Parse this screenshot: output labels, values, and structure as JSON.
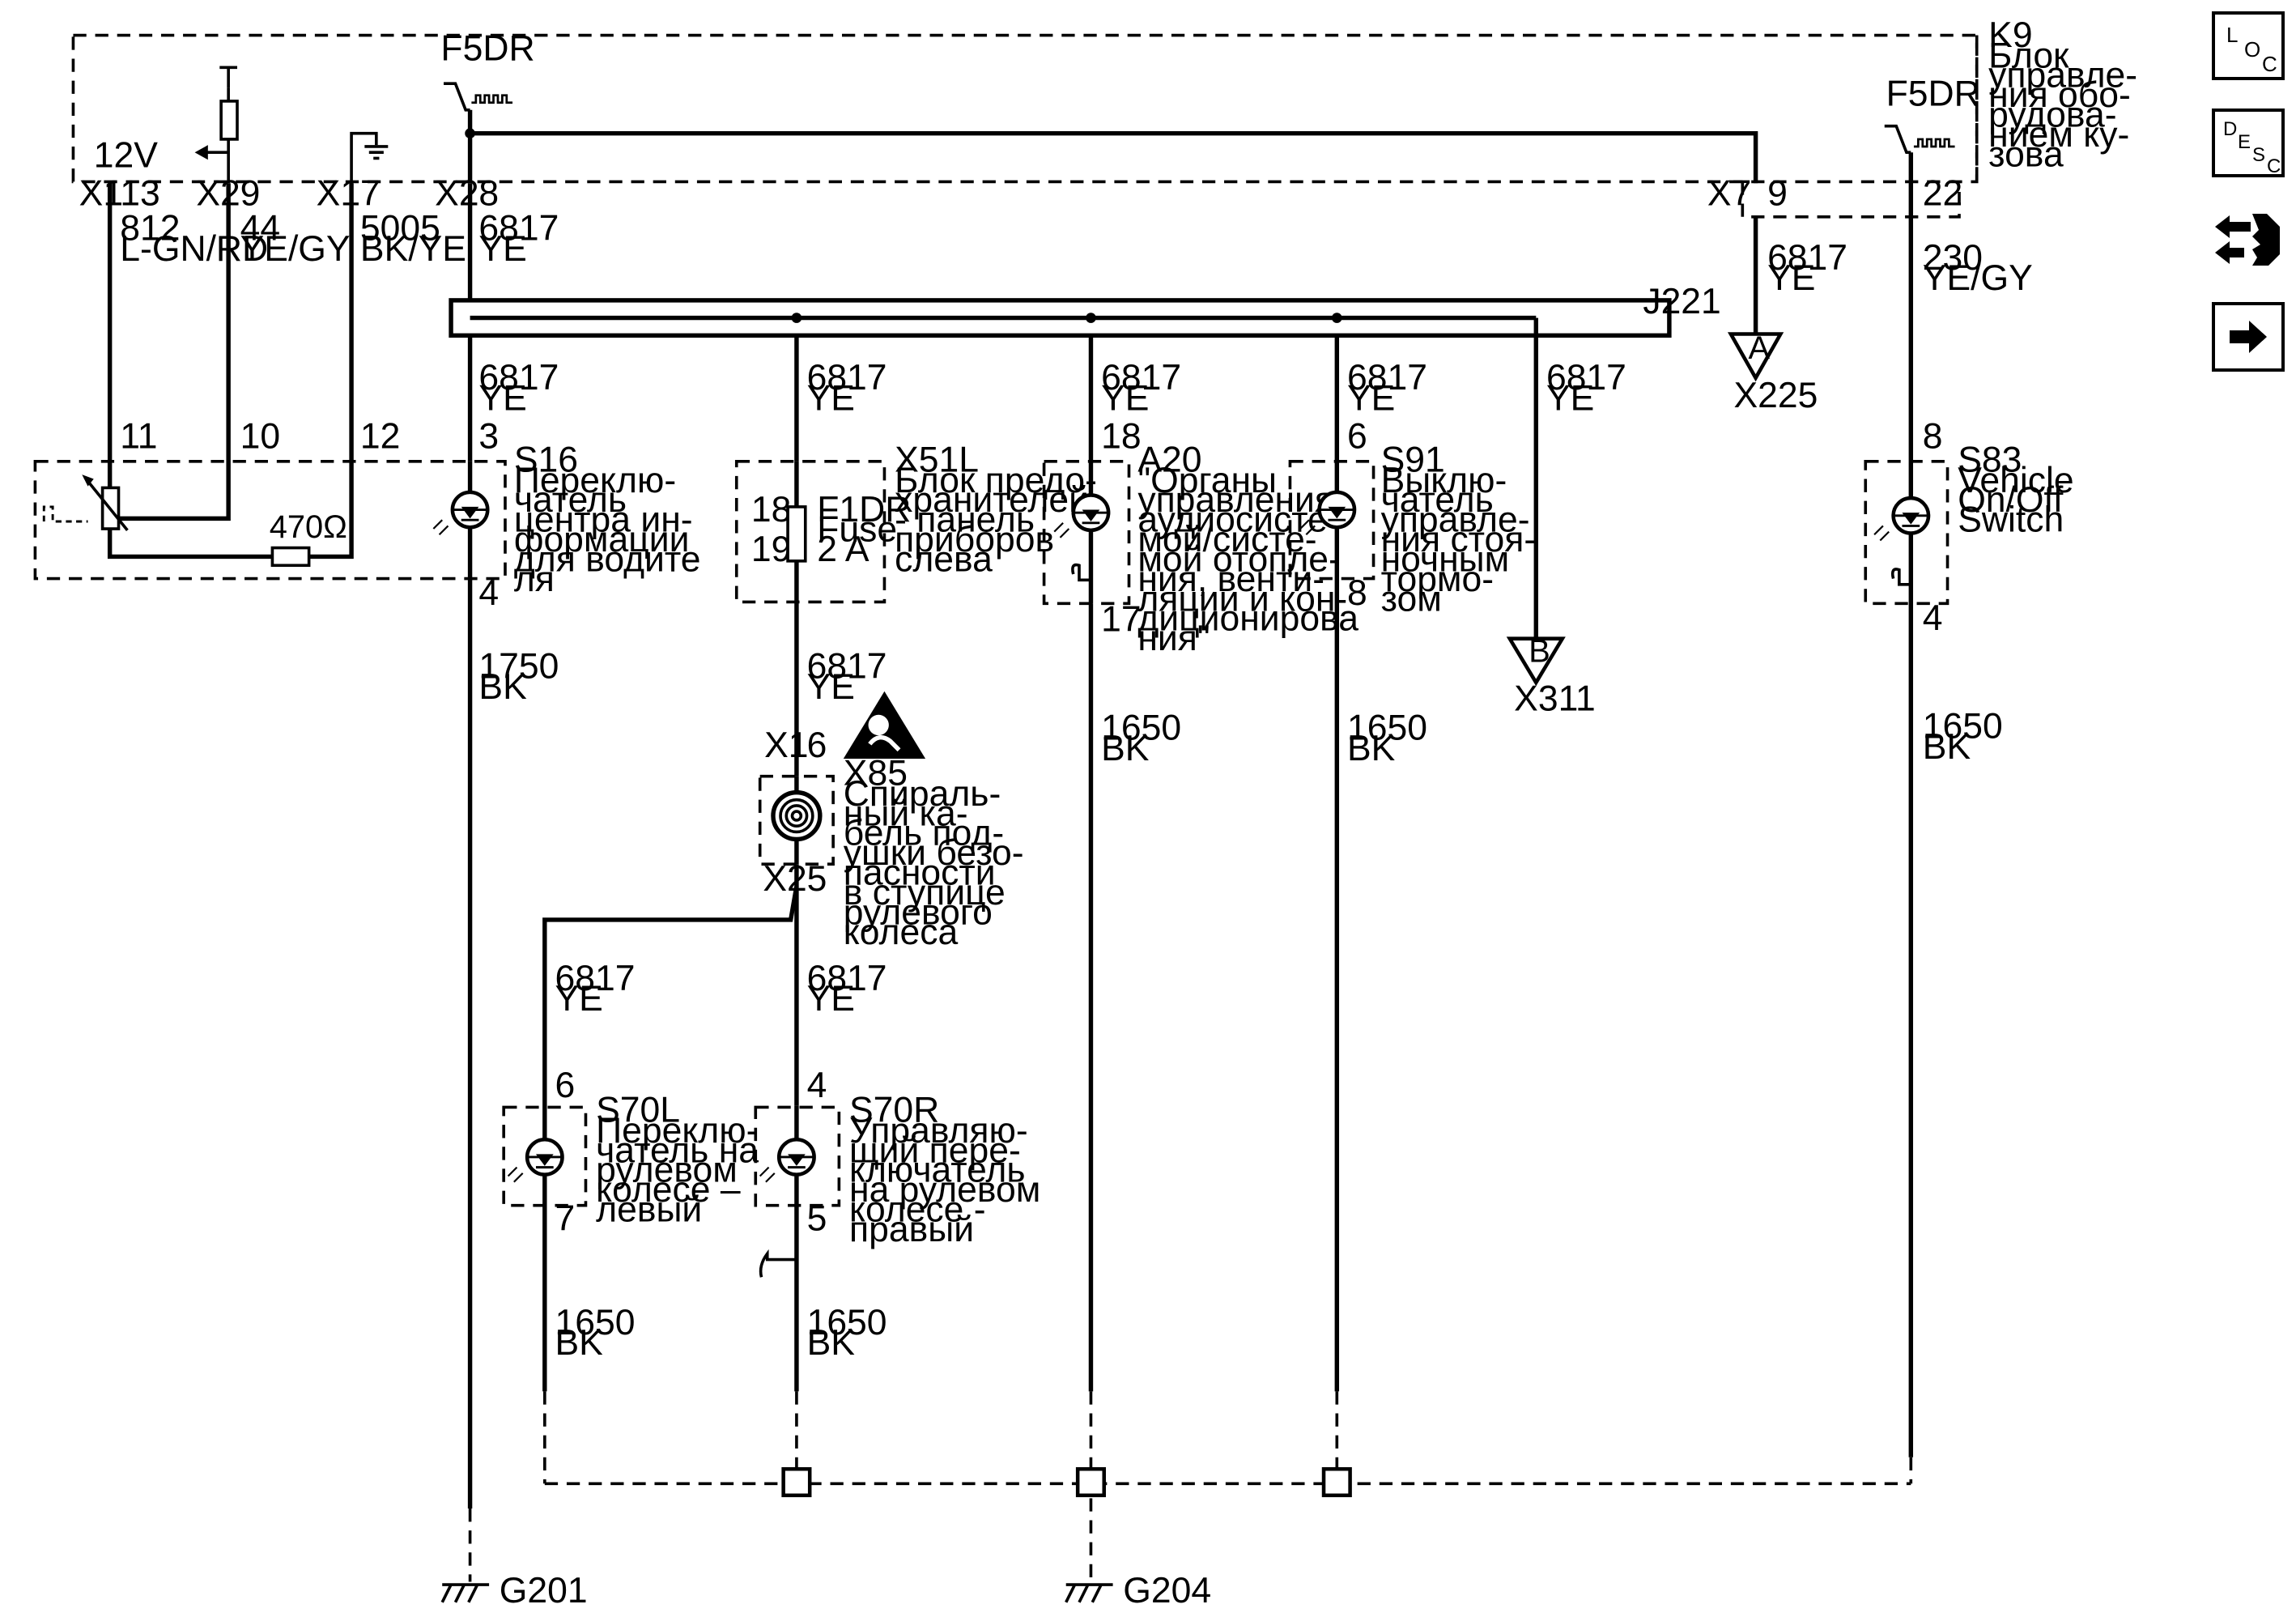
{
  "body_module": {
    "ref": "K9",
    "desc_lines": [
      "Блок",
      "управле-",
      "ния обо-",
      "рудова-",
      "нием ку-",
      "зова"
    ],
    "voltage": "12V",
    "switch_left": "F5DR",
    "switch_right": "F5DR"
  },
  "connectors": {
    "x1_13": {
      "conn": "X1",
      "pin": "13"
    },
    "x2_9": {
      "conn": "X2",
      "pin": "9"
    },
    "x1_7": {
      "conn": "X1",
      "pin": "7"
    },
    "x2_8": {
      "conn": "X2",
      "pin": "8"
    },
    "x7_9": {
      "conn": "X7",
      "pin": "9"
    },
    "pin_22": {
      "pin": "22"
    }
  },
  "wires": {
    "w812": {
      "num": "812",
      "color": "L-GN/RD"
    },
    "w44": {
      "num": "44",
      "color": "YE/GY"
    },
    "w5005": {
      "num": "5005",
      "color": "BK/YE"
    },
    "w6817_a": {
      "num": "6817",
      "color": "YE"
    },
    "w6817_x7": {
      "num": "6817",
      "color": "YE"
    },
    "w230": {
      "num": "230",
      "color": "YE/GY"
    },
    "w6817_s16": {
      "num": "6817",
      "color": "YE"
    },
    "w6817_x51": {
      "num": "6817",
      "color": "YE"
    },
    "w6817_a20": {
      "num": "6817",
      "color": "YE"
    },
    "w6817_s91": {
      "num": "6817",
      "color": "YE"
    },
    "w6817_b": {
      "num": "6817",
      "color": "YE"
    },
    "w1750": {
      "num": "1750",
      "color": "BK"
    },
    "w6817_x85": {
      "num": "6817",
      "color": "YE"
    },
    "w1650_a20": {
      "num": "1650",
      "color": "BK"
    },
    "w1650_s91": {
      "num": "1650",
      "color": "BK"
    },
    "w1650_s83": {
      "num": "1650",
      "color": "BK"
    },
    "w6817_s70l": {
      "num": "6817",
      "color": "YE"
    },
    "w6817_s70r": {
      "num": "6817",
      "color": "YE"
    },
    "w1650_s70l": {
      "num": "1650",
      "color": "BK"
    },
    "w1650_s70r": {
      "num": "1650",
      "color": "BK"
    }
  },
  "splice": {
    "ref": "J221"
  },
  "offpage": {
    "a": {
      "letter": "A",
      "ref": "X225"
    },
    "b": {
      "letter": "B",
      "ref": "X311"
    }
  },
  "components": {
    "s16": {
      "ref": "S16",
      "pin_top": "3",
      "pin_bottom": "4",
      "pin_11": "11",
      "pin_10": "10",
      "pin_12": "12",
      "resistor": "470Ω",
      "desc_lines": [
        "Переклю-",
        "чатель",
        "центра ин-",
        "формации",
        "для водите",
        "ля"
      ]
    },
    "x51l": {
      "ref": "X51L",
      "pin_in": "18",
      "pin_out": "19",
      "fuse_lines": [
        "F1DR",
        "Fuse",
        "2 A"
      ],
      "desc_lines": [
        "Блок предо-",
        "хранителей",
        "- панель",
        "приборов",
        "слева"
      ]
    },
    "a20": {
      "ref": "A20",
      "pin_top": "18",
      "pin_bottom": "17",
      "desc_lines": [
        "\"Органы",
        "управления",
        "аудиосисте-",
        "мой/систе-",
        "мой отопле-",
        "ния, венти-",
        "ляции и кон-",
        "диционирова",
        "ния\""
      ]
    },
    "s91": {
      "ref": "S91",
      "pin_top": "6",
      "pin_bottom": "8",
      "desc_lines": [
        "Выклю-",
        "чатель",
        "управле-",
        "ния стоя-",
        "ночным",
        "тормо-",
        "зом"
      ]
    },
    "s83": {
      "ref": "S83",
      "pin_top": "8",
      "pin_bottom": "4",
      "desc_lines": [
        "Vehicle",
        "On/Off",
        "Switch"
      ]
    },
    "x85": {
      "ref": "X85",
      "conn_top": "X1",
      "pin_top": "6",
      "conn_bottom": "X2",
      "pin_bottom": "5",
      "desc_lines": [
        "Спираль-",
        "ный ка-",
        "бель под-",
        "ушки безо-",
        "пасности",
        "в ступице",
        "рулевого",
        "колеса"
      ]
    },
    "s70l": {
      "ref": "S70L",
      "pin_top": "6",
      "pin_bottom": "7",
      "desc_lines": [
        "Переклю-",
        "чатель на",
        "рулевом",
        "колесе –",
        "левый"
      ]
    },
    "s70r": {
      "ref": "S70R",
      "pin_top": "4",
      "pin_bottom": "5",
      "desc_lines": [
        "Управляю-",
        "щий пере-",
        "ключатель",
        "на рулевом",
        "колесе -",
        "правый"
      ]
    }
  },
  "grounds": {
    "g201": "G201",
    "g204": "G204"
  },
  "sidebar": {
    "loc": [
      "L",
      "O",
      "C"
    ],
    "desc": [
      "D",
      "E",
      "S",
      "C"
    ],
    "connector_icon": "connector-end-view-icon",
    "next_icon": "arrow-right-icon"
  }
}
